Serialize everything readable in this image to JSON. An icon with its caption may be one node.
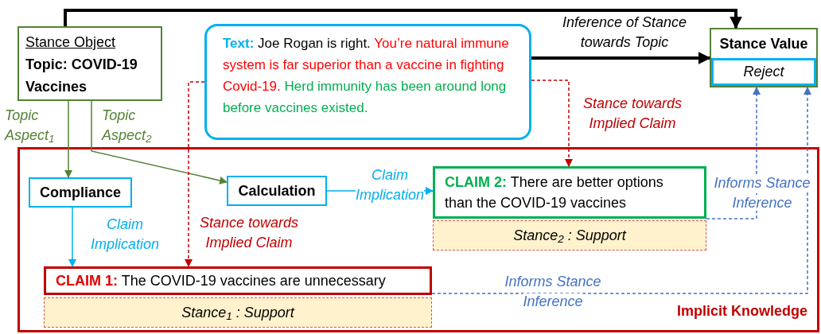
{
  "diagram": {
    "nodes": [
      {
        "text": [
          "Stance Object",
          "Topic: COVID-19 Vaccines"
        ]
      },
      {
        "text": [
          "Text:",
          "Joe Rogan is right.",
          "You’re natural immune system is far superior than a vaccine in fighting Covid-19.",
          "Herd immunity has been around long before vaccines existed."
        ]
      },
      {
        "text": [
          "Stance Value",
          "Reject"
        ]
      },
      {
        "text": [
          "Implicit Knowledge"
        ]
      },
      {
        "text": [
          "Compliance"
        ],
        "in": 3
      },
      {
        "text": [
          "Calculation"
        ],
        "in": 3
      },
      {
        "text": [
          "CLAIM 2:",
          "There are better options than the COVID-19 vaccines"
        ],
        "in": 3
      },
      {
        "text": [
          "Stance$_{2}$ : Support"
        ],
        "in": 3
      },
      {
        "text": [
          "CLAIM 1:",
          "The COVID-19 vaccines are unnecessary"
        ],
        "in": 3
      },
      {
        "text": [
          "Stance$_{1}$ : Support"
        ],
        "in": 3
      }
    ],
    "edges": [
      {
        "from": 0,
        "to": 2,
        "arrow": "to",
        "style": "thick"
      },
      {
        "from": 1,
        "to": 2,
        "arrow": "to",
        "style": "thick",
        "label": "Inference of Stance towards Topic"
      },
      {
        "from": 0,
        "to": 4,
        "arrow": "to",
        "color": "#548235",
        "label": "Topic Aspect$_{1}$"
      },
      {
        "from": 0,
        "to": 5,
        "arrow": "to",
        "color": "#548235",
        "label": "Topic Aspect$_{2}$"
      },
      {
        "from": 4,
        "to": 8,
        "arrow": "to",
        "color": "#00b0f0",
        "label": "Claim Implication"
      },
      {
        "from": 5,
        "to": 6,
        "arrow": "to",
        "color": "#00b0f0",
        "label": "Claim Implication"
      },
      {
        "from": 1,
        "to": 8,
        "arrow": "to",
        "style": "dashed",
        "color": "#c00000",
        "label": "Stance towards Implied Claim"
      },
      {
        "from": 1,
        "to": 6,
        "arrow": "to",
        "style": "dashed",
        "color": "#c00000",
        "label": "Stance towards Implied Claim"
      },
      {
        "from": 6,
        "to": 2,
        "arrow": "to",
        "style": "dashed",
        "color": "#4472c4",
        "label": "Informs Stance Inference"
      },
      {
        "from": 8,
        "to": 2,
        "arrow": "to",
        "style": "dashed",
        "color": "#4472c4",
        "label": "Informs Stance Inference"
      }
    ]
  }
}
